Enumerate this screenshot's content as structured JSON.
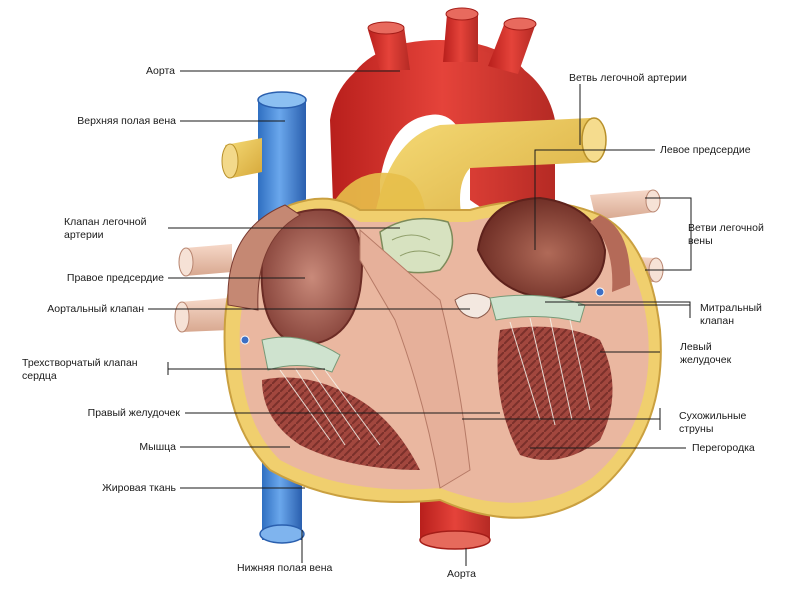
{
  "labels": {
    "aorta_top": "Аорта",
    "superior_vena_cava": "Верхняя полая вена",
    "pulmonary_valve_1": "Клапан легочной",
    "pulmonary_valve_2": "артерии",
    "right_atrium": "Правое предсердие",
    "aortic_valve": "Аортальный клапан",
    "tricuspid_valve_1": "Трехстворчатый клапан",
    "tricuspid_valve_2": "сердца",
    "right_ventricle": "Правый желудочек",
    "muscle": "Мышца",
    "fat_tissue": "Жировая ткань",
    "inferior_vena_cava": "Нижняя полая вена",
    "aorta_bottom": "Аорта",
    "pulmonary_artery_branch": "Ветвь легочной артерии",
    "left_atrium": "Левое предсердие",
    "pulmonary_veins_1": "Ветви легочной",
    "pulmonary_veins_2": "вены",
    "mitral_valve_1": "Митральный",
    "mitral_valve_2": "клапан",
    "left_ventricle_1": "Левый",
    "left_ventricle_2": "желудочек",
    "chordae_1": "Сухожильные",
    "chordae_2": "струны",
    "septum": "Перегородка"
  },
  "colors": {
    "aorta": "#d8342c",
    "vena_cava": "#3d7fd0",
    "pulmonary_artery": "#e9c54d",
    "myocardium": "#e8b9a0",
    "ventricle_muscle": "#a8403a",
    "fat": "#f0d070",
    "valve": "#cfe0c8"
  }
}
